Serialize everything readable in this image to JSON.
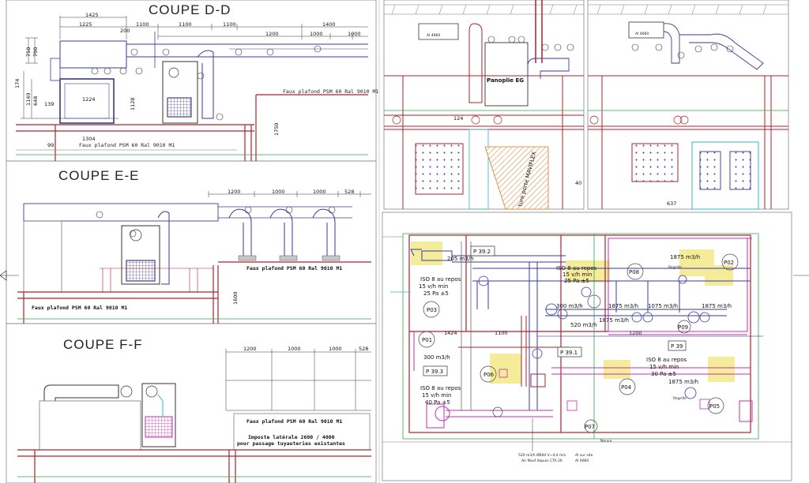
{
  "colors": {
    "duct_blue": "#3a3aa8",
    "wall_red": "#b0202a",
    "green": "#2ea84a",
    "magenta": "#c42fb6",
    "cyan": "#2bb8c8",
    "orange": "#e07a20",
    "yellow_zone": "#f5ec9a",
    "navy": "#1c1c6e"
  },
  "section_dd": {
    "title": "COUPE D-D",
    "dims": {
      "d1425": "1425",
      "d1225": "1225",
      "d200": "200",
      "d1100a": "1100",
      "d1100b": "1100",
      "d1100c": "1100",
      "d1200": "1200",
      "d1400": "1400",
      "d1000a": "1000",
      "d1000b": "1000",
      "v750": "750",
      "v700": "700",
      "v174": "174",
      "v1149": "1149",
      "v648": "648",
      "v139": "139",
      "v1224": "1224",
      "v1128": "1128",
      "v1304": "1304",
      "v99": "99",
      "v1750": "1750"
    },
    "ceiling_right": "Faux plafond PSM 60 Ral 9010 M1",
    "ceiling_bottom": "Faux plafond PSM 60 Ral 9010 M1"
  },
  "section_ee": {
    "title": "COUPE E-E",
    "dims": {
      "d1200": "1200",
      "d1000a": "1000",
      "d1000b": "1000",
      "d528": "528",
      "v1600": "1600"
    },
    "ceiling_right": "Faux plafond PSM 60 Ral 9010 M1",
    "ceiling_bottom": "Faux plafond PSM 60 Ral 9010 M1"
  },
  "section_ff": {
    "title": "COUPE F-F",
    "dims": {
      "d1200": "1200",
      "d1000a": "1000",
      "d1000b": "1000",
      "d528": "528"
    },
    "ceiling": "Faux plafond PSM 60 Ral 9010 M1",
    "imposte_line1": "Imposte latérale 2600 / 4000",
    "imposte_line2": "pour passage tuyauteries existantes"
  },
  "view_tc": {
    "panel_label": "Panoplie EG",
    "dim124": "124",
    "door_label": "ture porte MAVIFLEX",
    "dim40": "40",
    "tag_ai": "AI 4660"
  },
  "view_tr": {
    "dim637": "637",
    "tag_ai": "AI 4660"
  },
  "plan": {
    "zone_left": {
      "line1": "ISO 8 au repos",
      "line2": "15 v/h min",
      "line3": "25 Pa ±5"
    },
    "zone_centre": {
      "line1": "ISO 8 au repos",
      "line2": "15 v/h min",
      "line3": "25 Pa ±5"
    },
    "zone_lower_left": {
      "line1": "ISO 8 au repos",
      "line2": "15 v/h min",
      "line3": "40 Pa ±5"
    },
    "zone_lower_right": {
      "line1": "ISO 8 au repos",
      "line2": "15 v/h min",
      "line3": "30 Pa ±5"
    },
    "airflow": {
      "a205": "205 m3/h",
      "a300": "300 m3/h",
      "a300b": "300 m3/h",
      "a520": "520 m3/h",
      "a1075": "1075 m3/h",
      "a1875a": "1875 m3/h",
      "a1875b": "1875 m3/h",
      "a1875c": "1875 m3/h",
      "a1875d": "1875 m3/h",
      "a1875e": "1875 m3/h"
    },
    "pressure_tags": {
      "p392": "P 39.2",
      "p393": "P 39.3",
      "p391": "P 39.1",
      "p39": "P 39"
    },
    "points": {
      "p01": "P01",
      "p02": "P02",
      "p03": "P03",
      "p04": "P04",
      "p05": "P05",
      "p06": "P06",
      "p07": "P07",
      "p08": "P08",
      "p09": "P09"
    },
    "dims": {
      "d1424": "1424",
      "d1100": "1100",
      "d1200": "1200"
    },
    "regrille": "Regrille",
    "bottom_note1": "520 m3/h Ø600 V=4.4 m/s",
    "bottom_note2": "Air Neuf depuis CTA 26",
    "bottom_note3": "AI sur site",
    "bottom_note4": "AI 4660",
    "bottom_note5": "Neuva"
  }
}
